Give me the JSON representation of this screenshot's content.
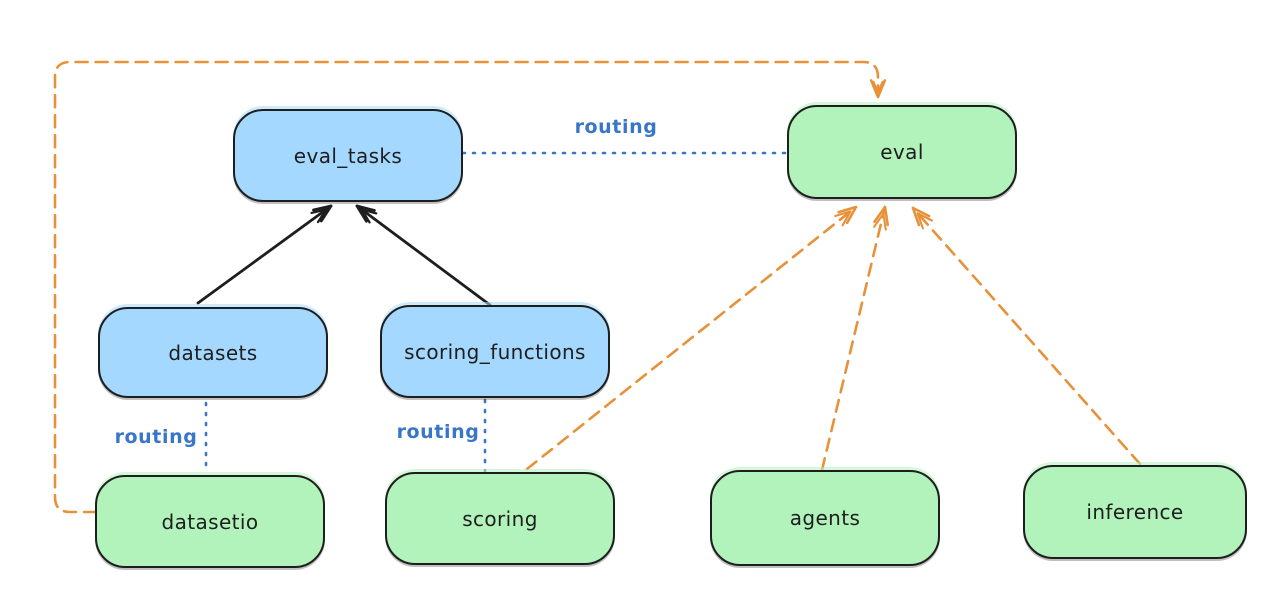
{
  "diagram": {
    "kind": "architecture-routing-diagram",
    "background": "#ffffff"
  },
  "colors": {
    "node_blue_fill": "#a5d8ff",
    "node_green_fill": "#b2f2bb",
    "node_border": "#1e1e1e",
    "routing_blue": "#3a76c8",
    "orange": "#e79138",
    "black": "#1e1e1e"
  },
  "nodes": [
    {
      "id": "eval_tasks",
      "label": "eval_tasks",
      "color": "blue"
    },
    {
      "id": "eval",
      "label": "eval",
      "color": "green"
    },
    {
      "id": "datasets",
      "label": "datasets",
      "color": "blue"
    },
    {
      "id": "scoring_functions",
      "label": "scoring_functions",
      "color": "blue"
    },
    {
      "id": "datasetio",
      "label": "datasetio",
      "color": "green"
    },
    {
      "id": "scoring",
      "label": "scoring",
      "color": "green"
    },
    {
      "id": "agents",
      "label": "agents",
      "color": "green"
    },
    {
      "id": "inference",
      "label": "inference",
      "color": "green"
    }
  ],
  "edges": [
    {
      "from": "datasets",
      "to": "eval_tasks",
      "style": "solid-arrow",
      "color": "black",
      "label": ""
    },
    {
      "from": "scoring_functions",
      "to": "eval_tasks",
      "style": "solid-arrow",
      "color": "black",
      "label": ""
    },
    {
      "from": "eval_tasks",
      "to": "eval",
      "style": "dotted-line",
      "color": "routing_blue",
      "label": "routing"
    },
    {
      "from": "datasets",
      "to": "datasetio",
      "style": "dotted-line",
      "color": "routing_blue",
      "label": "routing"
    },
    {
      "from": "scoring_functions",
      "to": "scoring",
      "style": "dotted-line",
      "color": "routing_blue",
      "label": "routing"
    },
    {
      "from": "datasetio",
      "to": "eval",
      "style": "dashed-arrow",
      "color": "orange",
      "label": ""
    },
    {
      "from": "scoring",
      "to": "eval",
      "style": "dashed-arrow",
      "color": "orange",
      "label": ""
    },
    {
      "from": "agents",
      "to": "eval",
      "style": "dashed-arrow",
      "color": "orange",
      "label": ""
    },
    {
      "from": "inference",
      "to": "eval",
      "style": "dashed-arrow",
      "color": "orange",
      "label": ""
    }
  ]
}
